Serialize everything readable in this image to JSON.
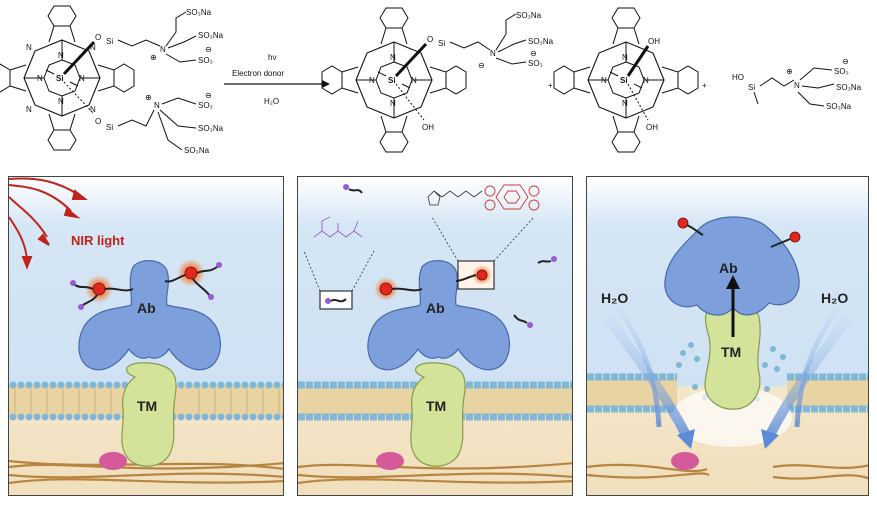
{
  "scheme": {
    "reaction_top": "hν",
    "reaction_mid": "Electron donor",
    "reaction_bottom": "H₂O",
    "plus": "+",
    "atoms": {
      "n": "N",
      "si": "Si",
      "o": "O",
      "oh": "OH",
      "ho": "HO",
      "so3na": "SO₃Na",
      "so3": "SO₃",
      "charge_plus": "⊕",
      "charge_minus": "⊖"
    }
  },
  "panels": {
    "p1": {
      "nir": "NIR light",
      "ab": "Ab",
      "tm": "TM"
    },
    "p2": {
      "ab": "Ab",
      "tm": "TM"
    },
    "p3": {
      "ab": "Ab",
      "tm": "TM",
      "water_left": "H₂O",
      "water_right": "H₂O"
    }
  },
  "colors": {
    "antibody": "#7d9fdb",
    "antibody_stroke": "#4a6aa8",
    "tm": "#d4e39a",
    "tm_stroke": "#8a9a50",
    "membrane_head": "#7fb8d8",
    "membrane_tail": "#e8d3a3",
    "bg_top": "#d5e6f5",
    "bg_bottom": "#f4e6c9",
    "nir": "#c0231b",
    "dye_red": "#e0281e",
    "ligand_purple": "#9a5bd1"
  }
}
